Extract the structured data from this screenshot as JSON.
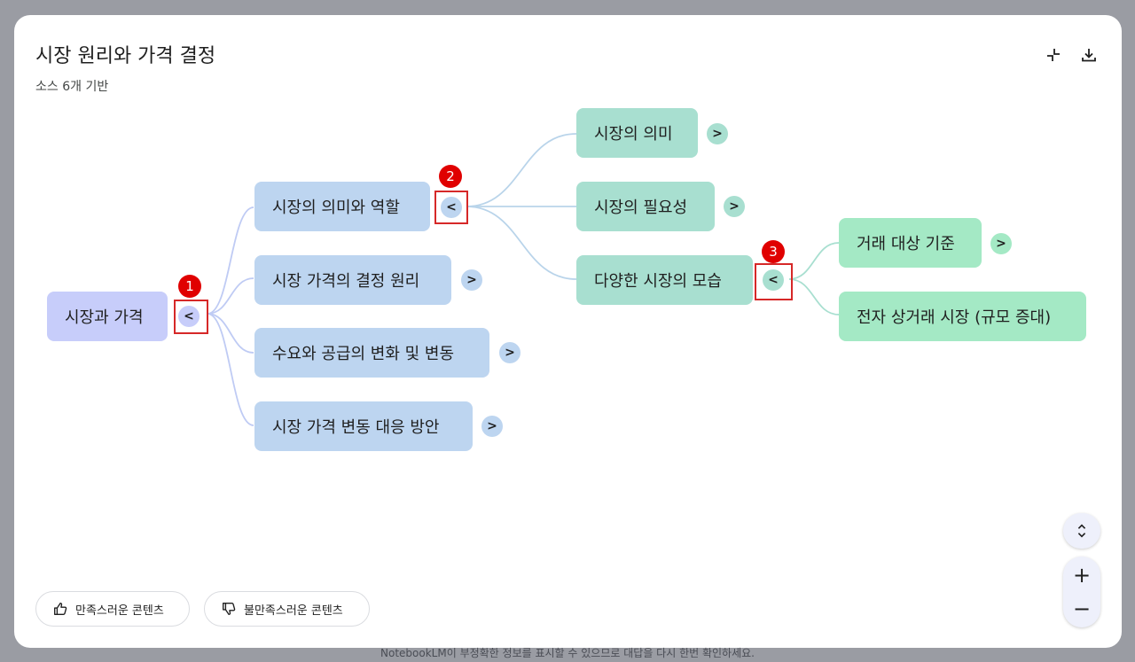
{
  "header": {
    "title": "시장 원리와 가격 결정",
    "subtitle": "소스 6개 기반"
  },
  "mindmap": {
    "root": {
      "label": "시장과 가격",
      "toggle": "<"
    },
    "level1": [
      {
        "label": "시장의 의미와 역할",
        "toggle": "<"
      },
      {
        "label": "시장 가격의 결정 원리",
        "toggle": ">"
      },
      {
        "label": "수요와 공급의 변화 및 변동",
        "toggle": ">"
      },
      {
        "label": "시장 가격 변동 대응 방안",
        "toggle": ">"
      }
    ],
    "level2": [
      {
        "label": "시장의 의미",
        "toggle": ">"
      },
      {
        "label": "시장의 필요성",
        "toggle": ">"
      },
      {
        "label": "다양한 시장의 모습",
        "toggle": "<"
      }
    ],
    "level3": [
      {
        "label": "거래 대상 기준",
        "toggle": ">"
      },
      {
        "label": "전자 상거래 시장 (규모 증대)",
        "toggle": ""
      }
    ]
  },
  "annotations": [
    "1",
    "2",
    "3"
  ],
  "feedback": {
    "like": "만족스러운 콘텐츠",
    "dislike": "불만족스러운 콘텐츠"
  },
  "zoom": {
    "in": "+",
    "out": "−"
  },
  "footer": "NotebookLM이 부정확한 정보를 표시할 수 있으므로 대답을 다시 한번 확인하세요."
}
